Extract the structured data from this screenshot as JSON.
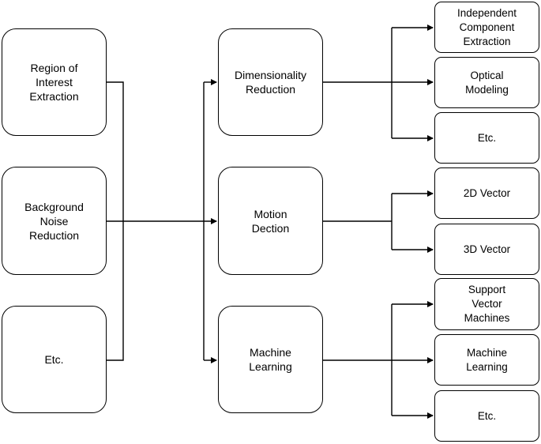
{
  "preprocessing": [
    {
      "label": "Region of\nInterest\nExtraction"
    },
    {
      "label": "Background\nNoise\nReduction"
    },
    {
      "label": "Etc."
    }
  ],
  "methods": [
    {
      "label": "Dimensionality\nReduction"
    },
    {
      "label": "Motion\nDection"
    },
    {
      "label": "Machine\nLearning"
    }
  ],
  "dimensionality_options": [
    {
      "label": "Independent\nComponent\nExtraction"
    },
    {
      "label": "Optical\nModeling"
    },
    {
      "label": "Etc."
    }
  ],
  "motion_options": [
    {
      "label": "2D Vector"
    },
    {
      "label": "3D Vector"
    }
  ],
  "learning_options": [
    {
      "label": "Support\nVector\nMachines"
    },
    {
      "label": "Machine\nLearning"
    },
    {
      "label": "Etc."
    }
  ]
}
